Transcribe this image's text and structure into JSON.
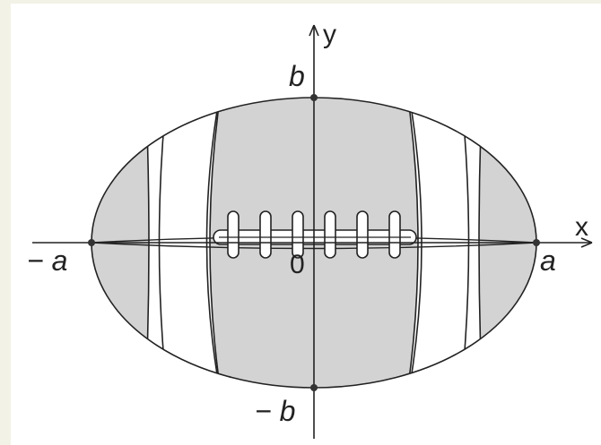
{
  "diagram": {
    "colors": {
      "background": "#f2f2e6",
      "panel": "#ffffff",
      "fill": "#d3d3d3",
      "stripe": "#ffffff",
      "stroke": "#222222"
    },
    "axis_labels": {
      "x": "x",
      "y": "y"
    },
    "point_labels": {
      "b_top": "b",
      "b_bottom": "− b",
      "a_left": "− a",
      "a_right": "a",
      "origin": "0"
    }
  }
}
